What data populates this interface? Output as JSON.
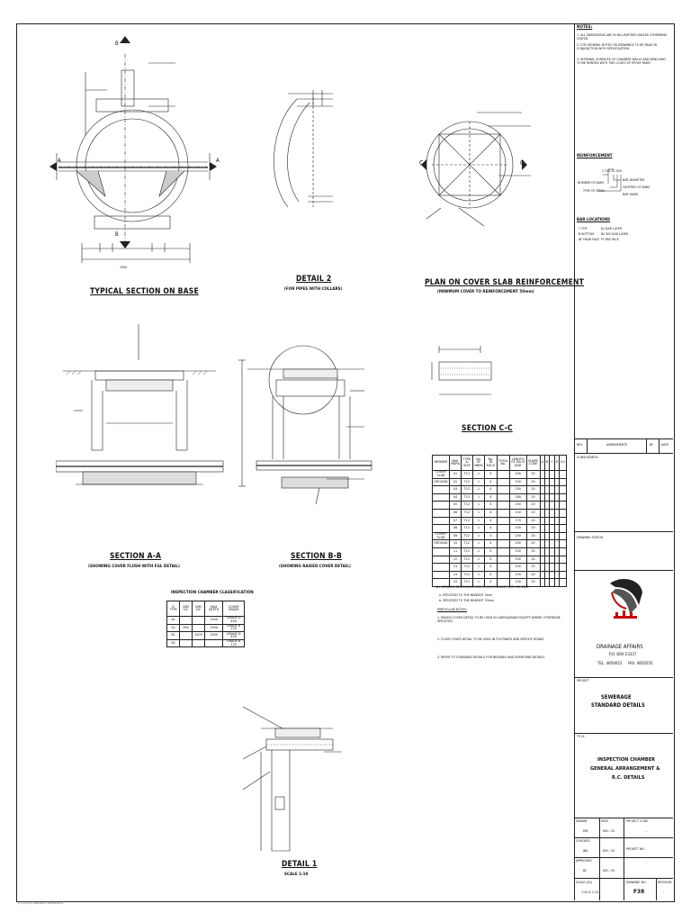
{
  "notes": {
    "heading": "NOTES:",
    "items": [
      "1. ALL DIMENSIONS ARE IN MILLIMETRES UNLESS OTHERWISE STATED.",
      "2. FOR GENERAL NOTES ON DRAWINGS TO BE READ IN CONJUNCTION WITH SPECIFICATION.",
      "3. INTERNAL SURFACES OF CHAMBER WALLS AND BENCHING TO BE PAINTED WITH TWO COATS OF EPOXY PAINT."
    ]
  },
  "reinforcement": {
    "heading": "REINFORCEMENT",
    "labels": [
      "TYPE",
      "NUMBER OF BARS",
      "BAR DIAMETER",
      "CENTRES OF BARS",
      "BAR MARK",
      "TYPE OF STEEL"
    ],
    "code": "2 T12-15-200",
    "bar_locations_heading": "BAR LOCATIONS",
    "bar_locations": [
      "T  TOP",
      "B  BOTTOM",
      "NF NEAR FACE",
      "B1 BAR LAYER",
      "B2 SECOND LAYER",
      "FF FAR FACE"
    ]
  },
  "drawings": {
    "typical_section": {
      "title": "TYPICAL SECTION ON BASE",
      "dim_total": "1500"
    },
    "detail2": {
      "title": "DETAIL 2",
      "subtitle": "(FOR PIPES WITH COLLARS)"
    },
    "plan_cover": {
      "title": "PLAN ON COVER SLAB REINFORCEMENT",
      "subtitle": "(MINIMUM COVER TO REINFORCEMENT 50mm)"
    },
    "section_aa": {
      "title": "SECTION A-A",
      "subtitle": "(SHOWING COVER FLUSH WITH FGL DETAIL)"
    },
    "section_bb": {
      "title": "SECTION B-B",
      "subtitle": "(SHOWING RAISED COVER DETAIL)"
    },
    "section_cc": {
      "title": "SECTION C-C"
    },
    "detail1": {
      "title": "DETAIL 1",
      "subtitle": "SCALE 1:10"
    },
    "section_marks": {
      "a": "A",
      "b": "B",
      "c": "C"
    }
  },
  "classification": {
    "title": "INSPECTION CHAMBER CLASSIFICATION",
    "headers": [
      "IC TYPE",
      "DIM D1",
      "DIM D2",
      "MAX DEPTH",
      "COVER GRADE"
    ],
    "rows": [
      [
        "A1",
        "",
        "",
        "1500",
        "GRADE D 400"
      ],
      [
        "A2",
        "900",
        "",
        "1500",
        "GRADE B 125"
      ],
      [
        "B1",
        "",
        "1200",
        "1500",
        "GRADE D 400"
      ],
      [
        "B2",
        "",
        "",
        "",
        "GRADE B 125"
      ]
    ]
  },
  "schedule": {
    "headers": [
      "MEMBER",
      "BAR MARK",
      "TYPE & SIZE",
      "No. OF MBRS",
      "No. IN EACH",
      "TOTAL No.",
      "LENGTH OF EACH BAR",
      "SHAPE CODE",
      "A",
      "B",
      "C",
      "D",
      "E/r"
    ],
    "rows": [
      [
        "COVER SLAB",
        "01",
        "T12",
        "1",
        "4",
        "",
        "250",
        "20",
        "",
        "",
        "",
        "",
        ""
      ],
      [
        "GROUND",
        "02",
        "T12",
        "1",
        "4",
        "",
        "100",
        "20",
        "",
        "",
        "",
        "",
        ""
      ],
      [
        "",
        "03",
        "T12",
        "1",
        "4",
        "",
        "250",
        "20",
        "",
        "",
        "",
        "",
        ""
      ],
      [
        "",
        "04",
        "T12",
        "1",
        "4",
        "",
        "180",
        "20",
        "",
        "",
        "",
        "",
        ""
      ],
      [
        "",
        "05",
        "T12",
        "1",
        "4",
        "",
        "150",
        "20",
        "",
        "",
        "",
        "",
        ""
      ],
      [
        "",
        "06",
        "T12",
        "1",
        "4",
        "",
        "150",
        "20",
        "",
        "",
        "",
        "",
        ""
      ],
      [
        "",
        "07",
        "T12",
        "1",
        "4",
        "",
        "170",
        "20",
        "",
        "",
        "",
        "",
        ""
      ],
      [
        "",
        "08",
        "T12",
        "1",
        "4",
        "",
        "150",
        "20",
        "",
        "",
        "",
        "",
        ""
      ],
      [
        "COVER SLAB",
        "09",
        "T12",
        "1",
        "4",
        "",
        "250",
        "20",
        "",
        "",
        "",
        "",
        ""
      ],
      [
        "GROUND",
        "10",
        "T12",
        "1",
        "4",
        "",
        "200",
        "20",
        "",
        "",
        "",
        "",
        ""
      ],
      [
        "",
        "11",
        "T12",
        "1",
        "4",
        "",
        "100",
        "20",
        "",
        "",
        "",
        "",
        ""
      ],
      [
        "",
        "12",
        "T12",
        "1",
        "4",
        "",
        "150",
        "20",
        "",
        "",
        "",
        "",
        ""
      ],
      [
        "",
        "13",
        "T12",
        "1",
        "4",
        "",
        "100",
        "20",
        "",
        "",
        "",
        "",
        ""
      ],
      [
        "",
        "14",
        "T12",
        "1",
        "4",
        "",
        "150",
        "20",
        "",
        "",
        "",
        "",
        ""
      ],
      [
        "",
        "15",
        "T12",
        "1",
        "4",
        "",
        "150",
        "20",
        "",
        "",
        "",
        "",
        ""
      ]
    ],
    "footnotes": [
      "ALL BENDING DIMENSIONS ARE IN ACCORDANCE WITH BS 4466",
      "a. SPECIFIED TO THE NEAREST 5mm",
      "b. SPECIFIED TO THE NEAREST 25mm",
      "PARTICULAR NOTES:",
      "1. RAISED COVER DETAIL TO BE USED IN CARRIAGEWAY EXCEPT WHERE OTHERWISE SPECIFIED.",
      "2. FLUSH COVER DETAIL TO BE USED IN FOOTWAYS AND SERVICE ROADS.",
      "3. REFER TO STANDARD DETAILS FOR BEDDING AND SURROUND DETAILS."
    ]
  },
  "title_block": {
    "rev_headers": [
      "REV",
      "AMENDMENTS",
      "BY",
      "DATE"
    ],
    "consultants_label": "CONSULTANTS:",
    "drawing_status_label": "DRAWING STATUS:",
    "authority": "DRAINAGE AFFAIRS",
    "po_box": "P.O. BOX 23337",
    "tel": "TEL. 4850655",
    "fax": "FAX. 4850555",
    "project_label": "PROJECT",
    "project_lines": [
      "SEWERAGE",
      "STANDARD DETAILS"
    ],
    "title_label": "TITLE",
    "title_lines": [
      "INSPECTION CHAMBER",
      "GENERAL ARRANGEMENT &",
      "R.C. DETAILS"
    ],
    "drawn_label": "DRAWN",
    "drawn_value": "DM",
    "checked_label": "CHECKED",
    "checked_value": "JBA",
    "approved_label": "APPROVED",
    "approved_value": "BC",
    "date_label": "DATE",
    "date_values": [
      "DEC. 03",
      "DEC. 03",
      "DEC. 03"
    ],
    "project_code_label": "PROJECT CODE",
    "project_code_value": "-",
    "project_no_label": "PROJECT NO.",
    "project_no_value": "-",
    "scale_label": "SCALE (A1)",
    "scale_value": "1:20 & 1:10",
    "drawing_no_label": "DRAWING NO.",
    "drawing_no_value": "F38",
    "revision_label": "REVISION",
    "revision_value": "-"
  },
  "footer_path": "G:\\2003\\STANDARD DRAWINGS"
}
